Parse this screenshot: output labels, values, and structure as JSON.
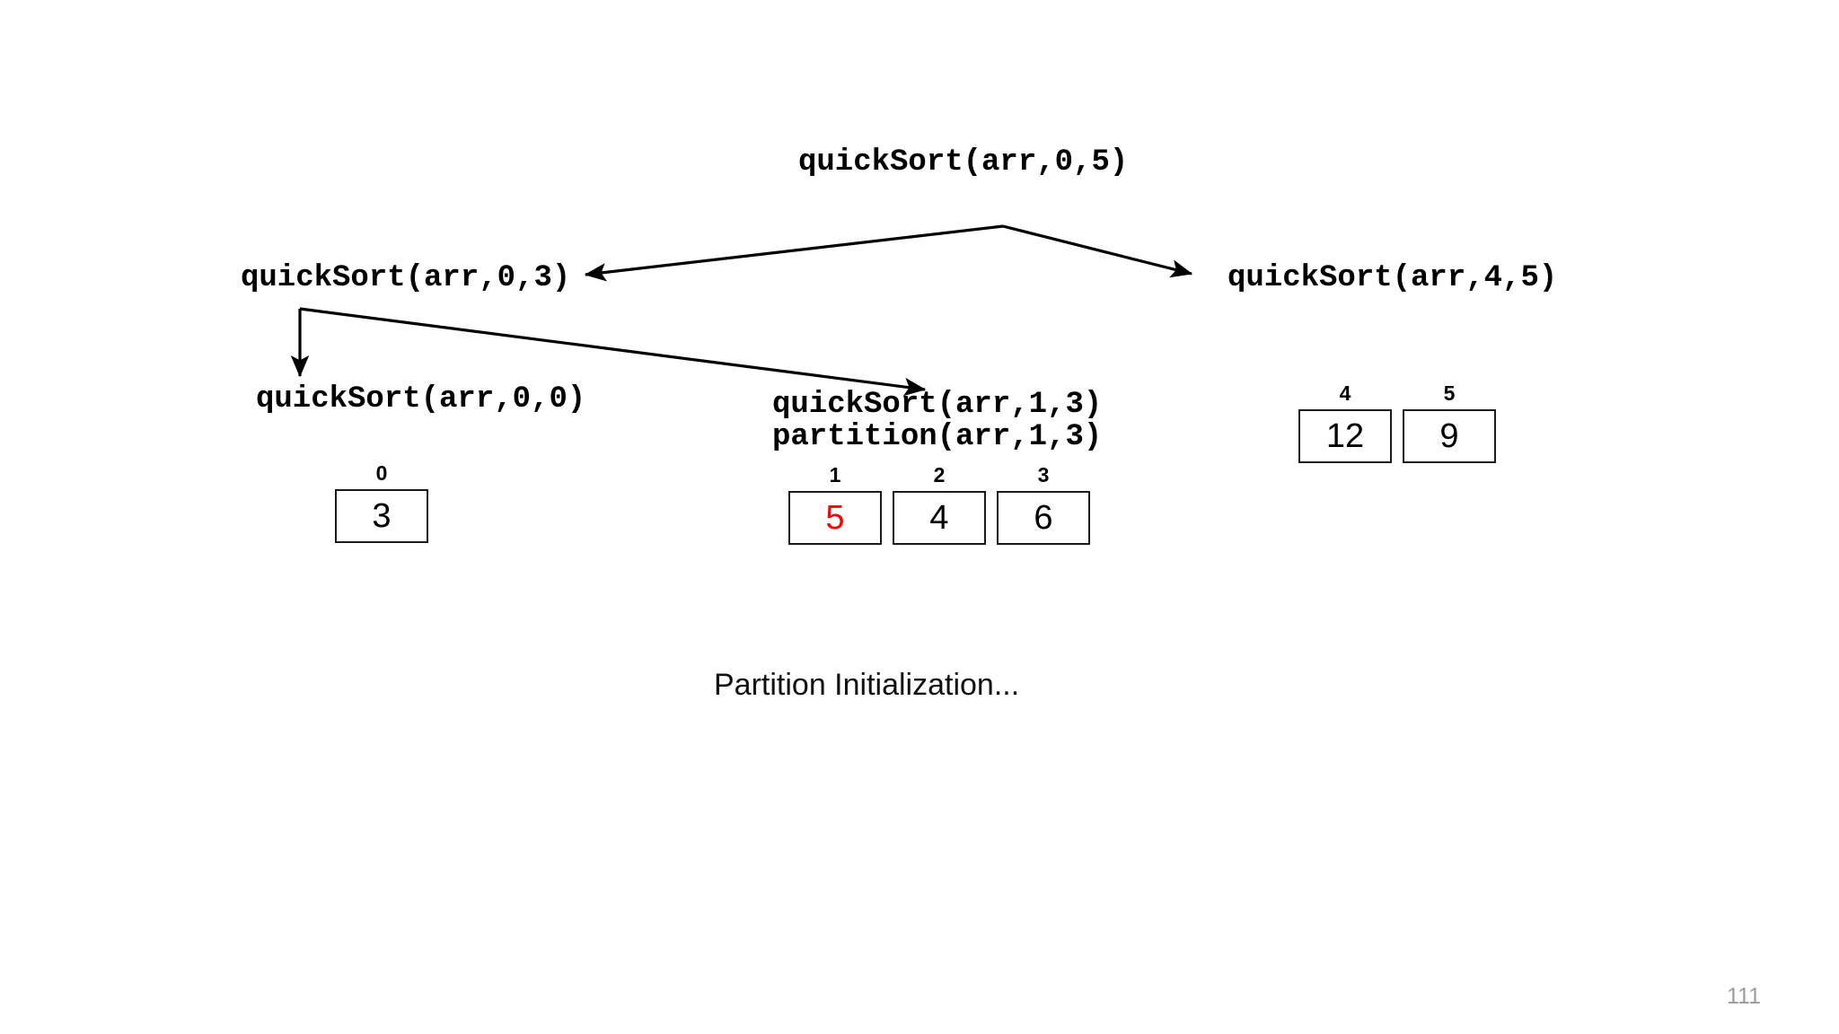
{
  "slide": {
    "number": "111",
    "caption": "Partition Initialization...",
    "background_color": "#ffffff"
  },
  "colors": {
    "text": "#000000",
    "highlight": "#ff0000",
    "box_border": "#1a1a1a",
    "slide_number": "#9b9b9b"
  },
  "tree": {
    "root": {
      "label": "quickSort(arr,0,5)"
    },
    "level2": {
      "left": "quickSort(arr,0,3)",
      "right": "quickSort(arr,4,5)"
    },
    "level3": {
      "left": "quickSort(arr,0,0)",
      "middle_line1": "quickSort(arr,1,3)",
      "middle_line2": "partition(arr,1,3)"
    }
  },
  "arrays": {
    "left": {
      "cells": [
        {
          "index": "0",
          "value": "3",
          "highlight": false
        }
      ]
    },
    "middle": {
      "cells": [
        {
          "index": "1",
          "value": "5",
          "highlight": true
        },
        {
          "index": "2",
          "value": "4",
          "highlight": false
        },
        {
          "index": "3",
          "value": "6",
          "highlight": false
        }
      ]
    },
    "right": {
      "cells": [
        {
          "index": "4",
          "value": "12",
          "highlight": false
        },
        {
          "index": "5",
          "value": "9",
          "highlight": false
        }
      ]
    }
  }
}
